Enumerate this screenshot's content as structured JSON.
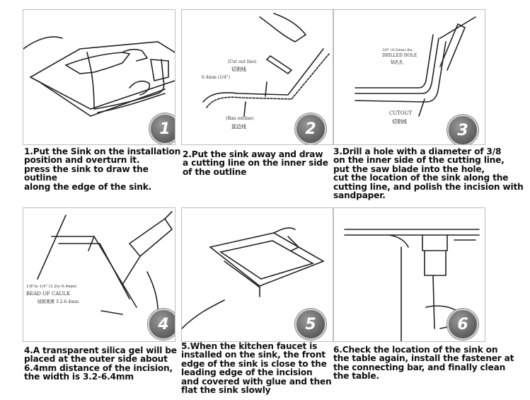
{
  "steps": [
    {
      "number": "1",
      "caption": "1.Put the Sink on the installation\nposition and overturn it.\npress the sink to draw the outline\nalong the edge of the sink."
    },
    {
      "number": "2",
      "caption": "2.Put the sink away and draw\na cutting line on the inner side\nof the outline",
      "labels": {
        "cut_line_en": "(Cut out line)",
        "cut_line_zh": "切割线",
        "distance": "6.4mm (1/4\")",
        "rim_line_en": "(Rim outline)",
        "rim_line_zh": "盆边线"
      }
    },
    {
      "number": "3",
      "caption": "3.Drill a hole with a diameter of 3/8\non the inner side of the cutting line,\nput the saw blade into the hole,\ncut the location of the sink along the\ncutting line, and polish the incision with\nsandpaper.",
      "labels": {
        "drill_top": "3/8\" (9.5mm) dia.",
        "drill_mid": "DRILLED HOLE",
        "drill_zh": "钻孔孔",
        "cutout_en": "CUTOUT",
        "cutout_zh": "切割线"
      }
    },
    {
      "number": "4",
      "caption": "4.A transparent silica gel will be\nplaced at the outer side about\n6.4mm distance of the incision,\nthe width is 3.2-6.4mm",
      "labels": {
        "caulk_size": "1/8\"to 1/4\" (3.2to 6.4mm)",
        "caulk_en": "BEAD OF CAULK",
        "caulk_zh": "硅胶宽度 3.2-6.4mm"
      }
    },
    {
      "number": "5",
      "caption": "5.When the kitchen faucet is\ninstalled on the sink, the front\nedge of the sink is close to the\nleading edge of the incision\nand covered with glue and then\nflat the sink slowly"
    },
    {
      "number": "6",
      "caption": "6.Check the location of the sink on\nthe table again, install the fastener at\nthe connecting bar, and finally clean\nthe table."
    }
  ]
}
